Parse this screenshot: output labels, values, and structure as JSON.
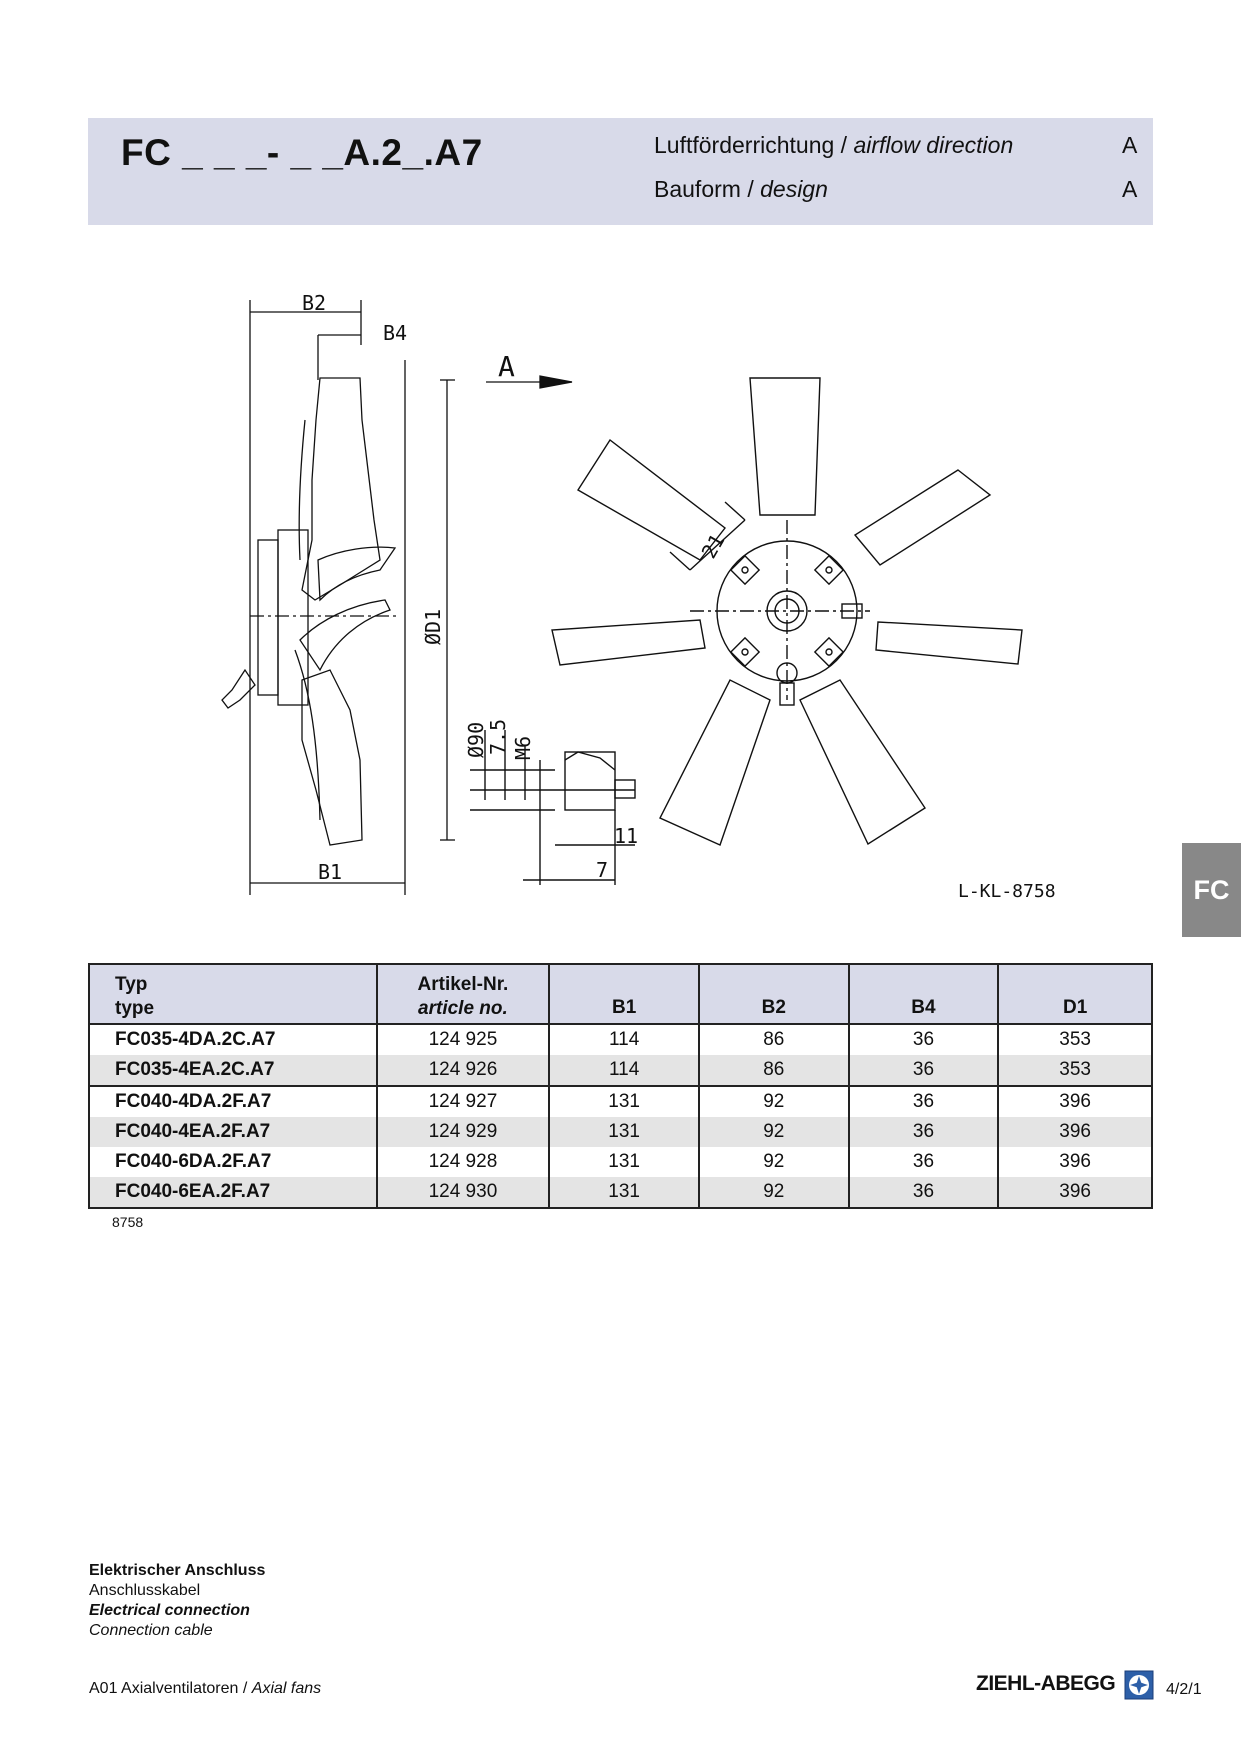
{
  "header": {
    "model": "FC _ _ _- _ _A.2_.A7",
    "row1_label_de": "Luftförderrichtung / ",
    "row1_label_en": "airflow direction",
    "row1_value": "A",
    "row2_label_de": "Bauform  / ",
    "row2_label_en": "design",
    "row2_value": "A"
  },
  "drawing": {
    "dim_b2": "B2",
    "dim_b4": "B4",
    "dim_b1": "B1",
    "dim_d1": "ØD1",
    "arrow_label": "A",
    "dim_21": "21",
    "dim_90": "Ø90",
    "dim_75": "7.5",
    "dim_m6": "M6",
    "dim_11": "11",
    "dim_7": "7",
    "drawing_id": "L-KL-8758"
  },
  "side_tab": "FC",
  "table": {
    "headers": {
      "type_de": "Typ",
      "type_en": "type",
      "article_de": "Artikel-Nr.",
      "article_en": "article no.",
      "b1": "B1",
      "b2": "B2",
      "b4": "B4",
      "d1": "D1"
    },
    "rows": [
      {
        "type": "FC035-4DA.2C.A7",
        "article": "124 925",
        "b1": "114",
        "b2": "86",
        "b4": "36",
        "d1": "353"
      },
      {
        "type": "FC035-4EA.2C.A7",
        "article": "124 926",
        "b1": "114",
        "b2": "86",
        "b4": "36",
        "d1": "353"
      },
      {
        "type": "FC040-4DA.2F.A7",
        "article": "124 927",
        "b1": "131",
        "b2": "92",
        "b4": "36",
        "d1": "396"
      },
      {
        "type": "FC040-4EA.2F.A7",
        "article": "124 929",
        "b1": "131",
        "b2": "92",
        "b4": "36",
        "d1": "396"
      },
      {
        "type": "FC040-6DA.2F.A7",
        "article": "124 928",
        "b1": "131",
        "b2": "92",
        "b4": "36",
        "d1": "396"
      },
      {
        "type": "FC040-6EA.2F.A7",
        "article": "124 930",
        "b1": "131",
        "b2": "92",
        "b4": "36",
        "d1": "396"
      }
    ],
    "code": "8758"
  },
  "electrical": {
    "line1": "Elektrischer Anschluss",
    "line2": "Anschlusskabel",
    "line3": "Electrical connection",
    "line4": "Connection cable"
  },
  "footer": {
    "left_de": "A01 Axialventilatoren / ",
    "left_en": "Axial fans",
    "logo": "ZIEHL-ABEGG",
    "page": "4/2/1"
  }
}
